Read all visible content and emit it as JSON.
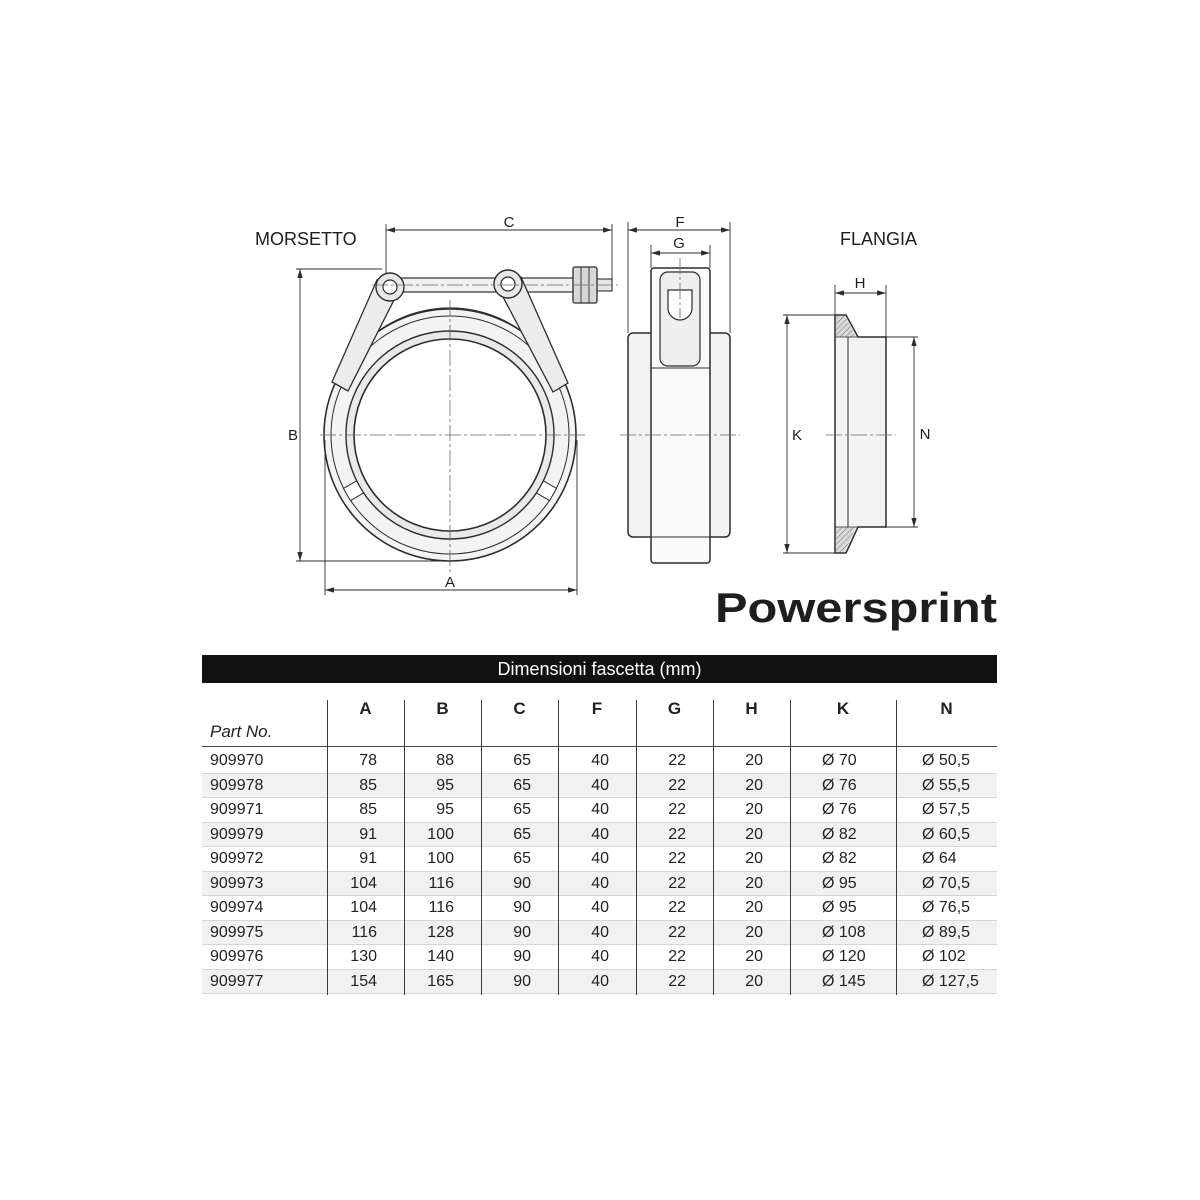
{
  "drawing": {
    "clamp_label": "MORSETTO",
    "flange_label": "FLANGIA",
    "dimension_labels": {
      "A": "A",
      "B": "B",
      "C": "C",
      "F": "F",
      "G": "G",
      "H": "H",
      "K": "K",
      "N": "N"
    }
  },
  "brand": {
    "logo_text": "Powersprint",
    "logo_color": "#7b7b7b"
  },
  "colors": {
    "title_bar": "#111111",
    "line_art": "#2d2d2d"
  },
  "table": {
    "title": "Dimensioni fascetta (mm)",
    "part_header": "Part No.",
    "columns": [
      "A",
      "B",
      "C",
      "F",
      "G",
      "H",
      "K",
      "N"
    ],
    "rows": [
      [
        "909970",
        "78",
        "88",
        "65",
        "40",
        "22",
        "20",
        "Ø 70",
        "Ø 50,5"
      ],
      [
        "909978",
        "85",
        "95",
        "65",
        "40",
        "22",
        "20",
        "Ø 76",
        "Ø 55,5"
      ],
      [
        "909971",
        "85",
        "95",
        "65",
        "40",
        "22",
        "20",
        "Ø 76",
        "Ø 57,5"
      ],
      [
        "909979",
        "91",
        "100",
        "65",
        "40",
        "22",
        "20",
        "Ø 82",
        "Ø 60,5"
      ],
      [
        "909972",
        "91",
        "100",
        "65",
        "40",
        "22",
        "20",
        "Ø 82",
        "Ø 64"
      ],
      [
        "909973",
        "104",
        "116",
        "90",
        "40",
        "22",
        "20",
        "Ø 95",
        "Ø 70,5"
      ],
      [
        "909974",
        "104",
        "116",
        "90",
        "40",
        "22",
        "20",
        "Ø 95",
        "Ø 76,5"
      ],
      [
        "909975",
        "116",
        "128",
        "90",
        "40",
        "22",
        "20",
        "Ø 108",
        "Ø 89,5"
      ],
      [
        "909976",
        "130",
        "140",
        "90",
        "40",
        "22",
        "20",
        "Ø 120",
        "Ø 102"
      ],
      [
        "909977",
        "154",
        "165",
        "90",
        "40",
        "22",
        "20",
        "Ø 145",
        "Ø 127,5"
      ]
    ]
  }
}
